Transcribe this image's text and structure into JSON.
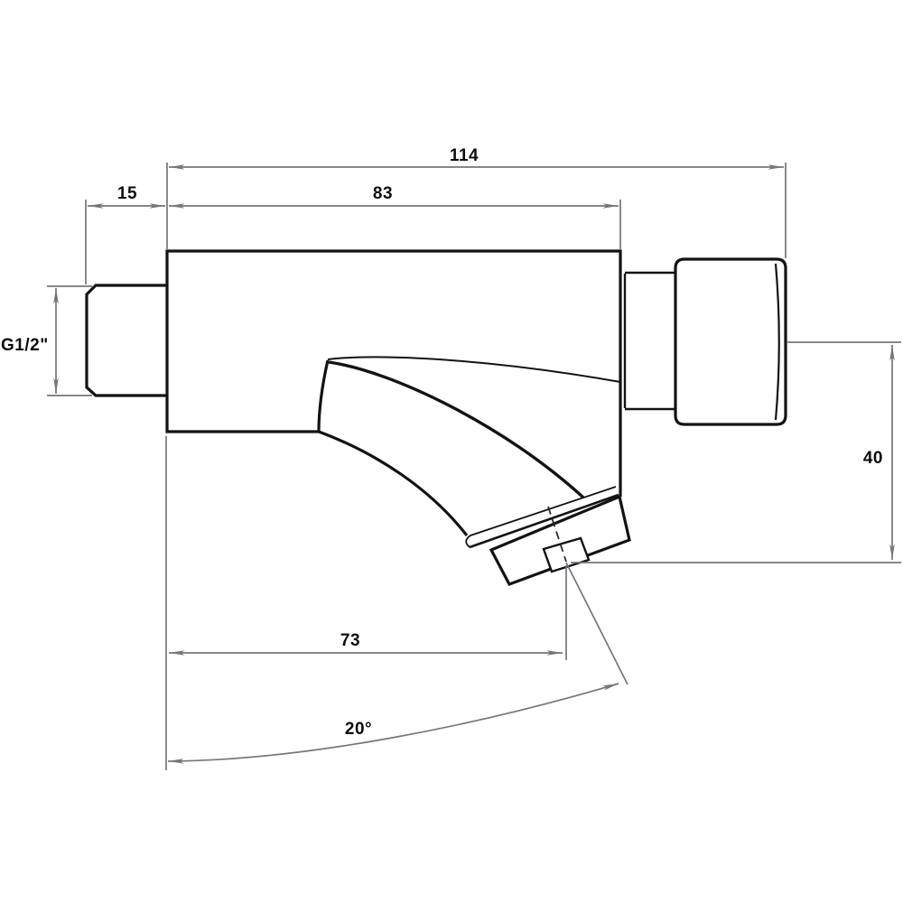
{
  "drawing": {
    "kind": "technical-dimension-drawing",
    "view": "side-view-line-art"
  },
  "dimensions": {
    "total_length": {
      "label": "114"
    },
    "body_length": {
      "label": "83"
    },
    "inlet_length": {
      "label": "15"
    },
    "inlet_thread": {
      "label": "G1/2\""
    },
    "outlet_drop": {
      "label": "40"
    },
    "spout_reach": {
      "label": "73"
    },
    "spout_angle": {
      "label": "20°"
    }
  },
  "colors": {
    "background": "#ffffff",
    "object_line": "#131313",
    "dimension_line": "#73767b",
    "label_text": "#0c0c0c"
  }
}
